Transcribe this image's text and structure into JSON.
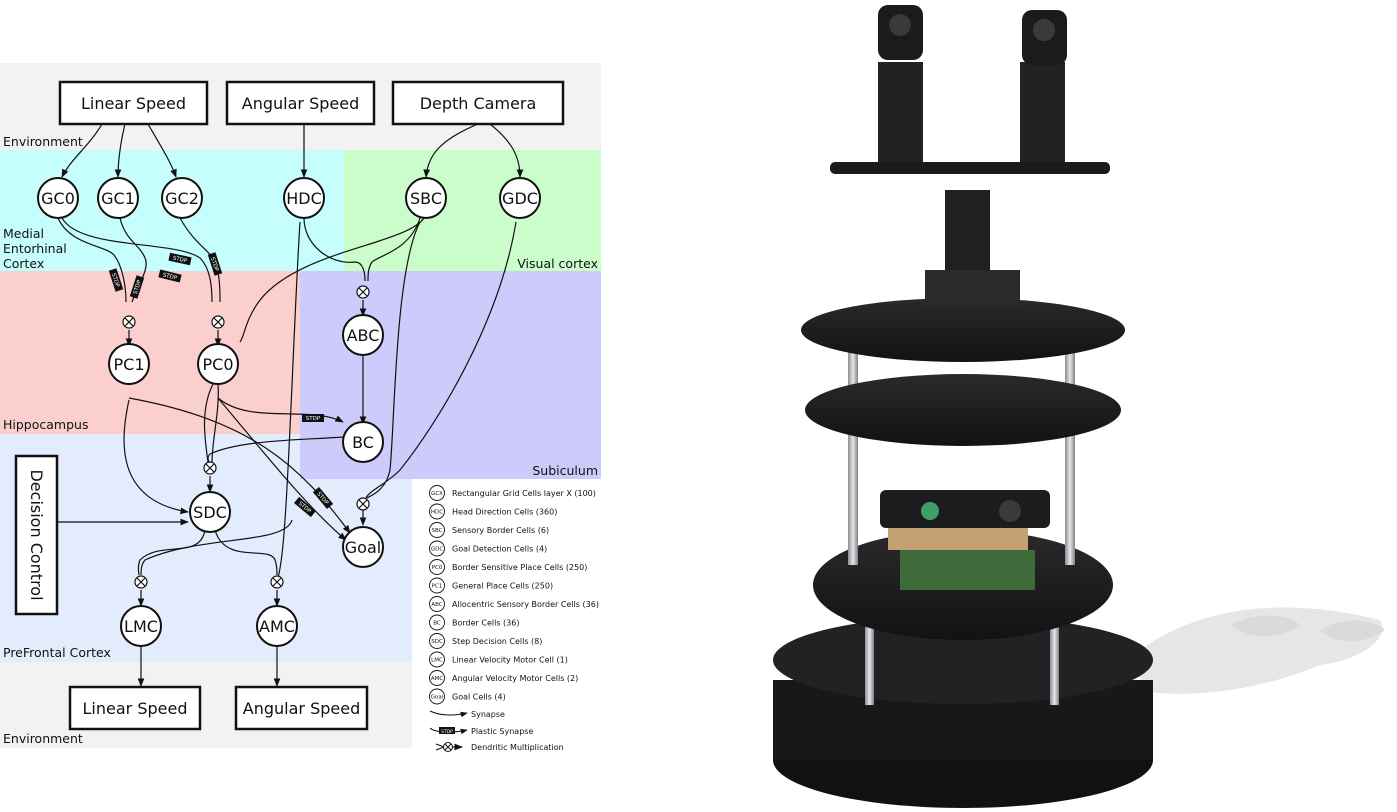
{
  "regions": {
    "environment_top": "Environment",
    "medial_entorhinal_cortex": [
      "Medial",
      "Entorhinal",
      "Cortex"
    ],
    "visual_cortex": "Visual cortex",
    "hippocampus": "Hippocampus",
    "subiculum": "Subiculum",
    "prefrontal_cortex": "PreFrontal Cortex",
    "environment_bottom": "Environment"
  },
  "boxes": {
    "linear_speed_in": "Linear Speed",
    "angular_speed_in": "Angular Speed",
    "depth_camera": "Depth Camera",
    "decision_control": "Decision Control",
    "linear_speed_out": "Linear Speed",
    "angular_speed_out": "Angular Speed"
  },
  "nodes": {
    "gc0": "GC0",
    "gc1": "GC1",
    "gc2": "GC2",
    "hdc": "HDC",
    "sbc": "SBC",
    "gdc": "GDC",
    "abc": "ABC",
    "pc1": "PC1",
    "pc0": "PC0",
    "bc": "BC",
    "sdc": "SDC",
    "goal": "Goal",
    "lmc": "LMC",
    "amc": "AMC"
  },
  "stdp_label": "STDP",
  "legend": [
    {
      "abbr": "GCX",
      "text": "Rectangular Grid Cells layer X (100)"
    },
    {
      "abbr": "HDC",
      "text": "Head Direction Cells (360)"
    },
    {
      "abbr": "SBC",
      "text": "Sensory Border Cells (6)"
    },
    {
      "abbr": "GDC",
      "text": "Goal Detection Cells (4)"
    },
    {
      "abbr": "PC0",
      "text": "Border Sensitive Place Cells (250)"
    },
    {
      "abbr": "PC1",
      "text": "General Place Cells (250)"
    },
    {
      "abbr": "ABC",
      "text": "Allocentric Sensory Border Cells (36)"
    },
    {
      "abbr": "BC",
      "text": "Border Cells (36)"
    },
    {
      "abbr": "SDC",
      "text": "Step Decision Cells (8)"
    },
    {
      "abbr": "LMC",
      "text": "Linear Velocity Motor Cell (1)"
    },
    {
      "abbr": "AMC",
      "text": "Angular Velocity Motor Cells (2)"
    },
    {
      "abbr": "Goal",
      "text": "Goal Cells (4)"
    }
  ],
  "legend_symbols": {
    "synapse": "Synapse",
    "plastic_synapse": "Plastic Synapse",
    "dendritic_multiplication": "Dendritic Multiplication"
  },
  "colors": {
    "environment": "#f2f2f2",
    "entorhinal": "#c6fdfd",
    "visual": "#cbfdcb",
    "hippocampus": "#fccfcf",
    "subiculum": "#cccbfb",
    "prefrontal": "#e2ecfd",
    "node_fill": "#ffffff",
    "robot_dark": "#1b1b1d",
    "robot_metal": "#b9bcc0",
    "board": "#3f6a3a"
  }
}
